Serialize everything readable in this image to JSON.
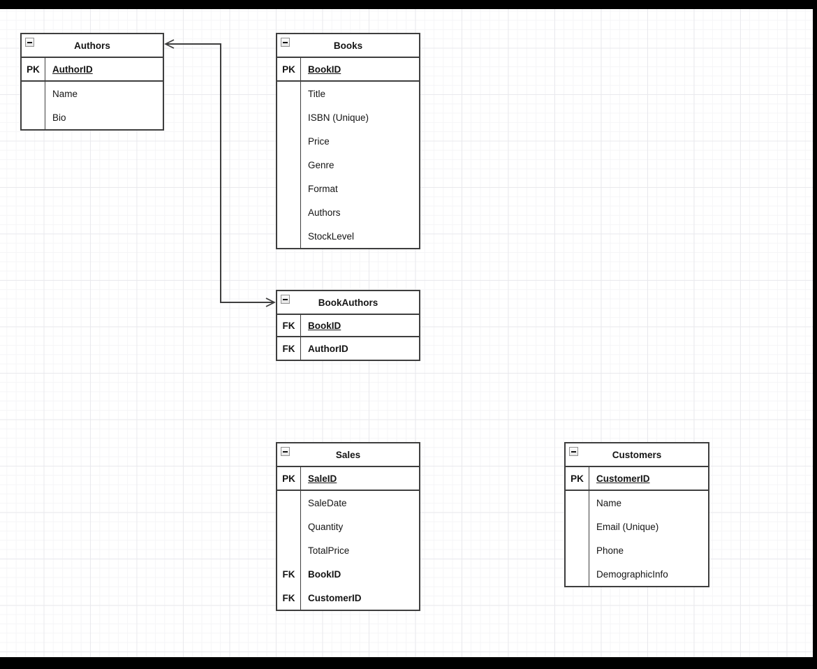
{
  "canvas": {
    "background": "#ffffff",
    "grid_minor_color": "#f5f5f7",
    "grid_major_color": "#e9e9ed",
    "frame_color": "#000000",
    "stroke_color": "#3e3e3e",
    "text_color": "#141414"
  },
  "diagram": {
    "entities": [
      {
        "id": "authors",
        "title": "Authors",
        "collapse_icon": "minus-square",
        "rows": [
          {
            "key": "PK",
            "name": "AuthorID",
            "style": "pk",
            "divider": true
          },
          {
            "key": "",
            "name": "Name",
            "style": "plain",
            "divider": false
          },
          {
            "key": "",
            "name": "Bio",
            "style": "plain",
            "divider": false
          }
        ]
      },
      {
        "id": "books",
        "title": "Books",
        "collapse_icon": "minus-square",
        "rows": [
          {
            "key": "PK",
            "name": "BookID",
            "style": "pk",
            "divider": true
          },
          {
            "key": "",
            "name": "Title",
            "style": "plain",
            "divider": false
          },
          {
            "key": "",
            "name": "ISBN (Unique)",
            "style": "plain",
            "divider": false
          },
          {
            "key": "",
            "name": "Price",
            "style": "plain",
            "divider": false
          },
          {
            "key": "",
            "name": "Genre",
            "style": "plain",
            "divider": false
          },
          {
            "key": "",
            "name": "Format",
            "style": "plain",
            "divider": false
          },
          {
            "key": "",
            "name": "Authors",
            "style": "plain",
            "divider": false
          },
          {
            "key": "",
            "name": "StockLevel",
            "style": "plain",
            "divider": false
          }
        ]
      },
      {
        "id": "bookauthors",
        "title": "BookAuthors",
        "collapse_icon": "minus-square",
        "rows": [
          {
            "key": "FK",
            "name": "BookID",
            "style": "pk",
            "divider": true
          },
          {
            "key": "FK",
            "name": "AuthorID",
            "style": "bold",
            "divider": false
          }
        ]
      },
      {
        "id": "sales",
        "title": "Sales",
        "collapse_icon": "minus-square",
        "rows": [
          {
            "key": "PK",
            "name": "SaleID",
            "style": "pk",
            "divider": true
          },
          {
            "key": "",
            "name": "SaleDate",
            "style": "plain",
            "divider": false
          },
          {
            "key": "",
            "name": "Quantity",
            "style": "plain",
            "divider": false
          },
          {
            "key": "",
            "name": "TotalPrice",
            "style": "plain",
            "divider": false
          },
          {
            "key": "FK",
            "name": "BookID",
            "style": "bold",
            "divider": false
          },
          {
            "key": "FK",
            "name": "CustomerID",
            "style": "bold",
            "divider": false
          }
        ]
      },
      {
        "id": "customers",
        "title": "Customers",
        "collapse_icon": "minus-square",
        "rows": [
          {
            "key": "PK",
            "name": "CustomerID",
            "style": "pk",
            "divider": true
          },
          {
            "key": "",
            "name": "Name",
            "style": "plain",
            "divider": false
          },
          {
            "key": "",
            "name": "Email (Unique)",
            "style": "plain",
            "divider": false
          },
          {
            "key": "",
            "name": "Phone",
            "style": "plain",
            "divider": false
          },
          {
            "key": "",
            "name": "DemographicInfo",
            "style": "plain",
            "divider": false
          }
        ]
      }
    ],
    "relationships": [
      {
        "from": "Authors",
        "to": "BookAuthors",
        "from_arrow": "open",
        "to_arrow": "open"
      }
    ]
  }
}
